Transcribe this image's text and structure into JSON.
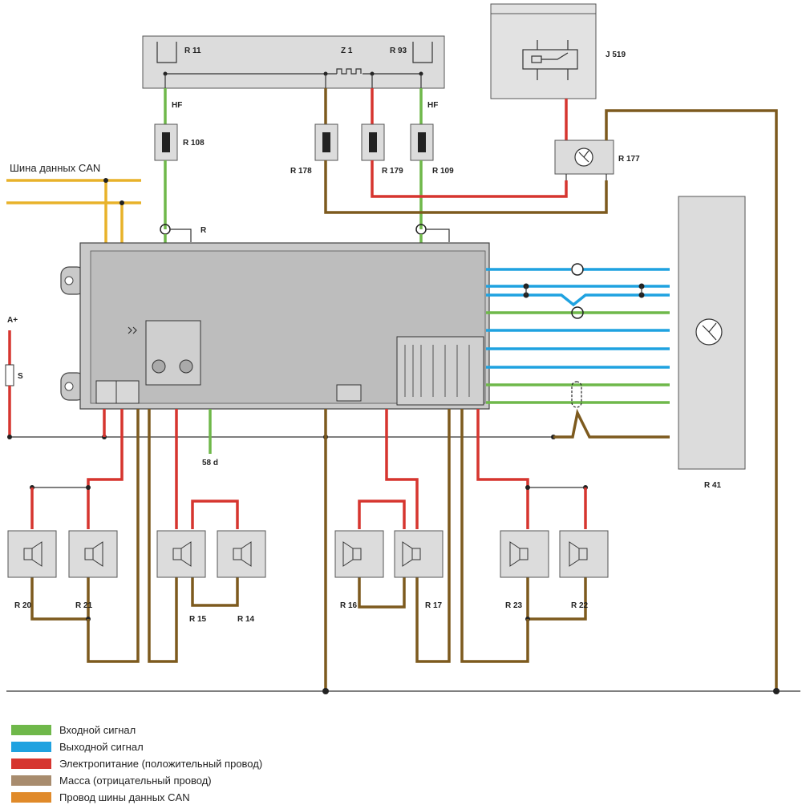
{
  "colors": {
    "input": "#6fb84a",
    "output": "#1fa2e0",
    "power": "#d6352f",
    "ground": "#7d5a1e",
    "can": "#e8b22a"
  },
  "labels": {
    "r11": "R 11",
    "z1": "Z 1",
    "r93": "R 93",
    "j519": "J 519",
    "hf_left": "HF",
    "hf_right": "HF",
    "r108": "R 108",
    "r178": "R 178",
    "r179": "R 179",
    "r109": "R 109",
    "r177": "R 177",
    "r": "R",
    "can_bus": "Шина данных CAN",
    "a_plus": "A+",
    "s": "S",
    "t58d": "58 d",
    "r41": "R 41",
    "r20": "R 20",
    "r21": "R 21",
    "r15": "R 15",
    "r14": "R 14",
    "r16": "R 16",
    "r17": "R 17",
    "r23": "R 23",
    "r22": "R 22"
  },
  "legend": [
    {
      "label": "Входной сигнал",
      "color": "#6fb84a"
    },
    {
      "label": "Выходной сигнал",
      "color": "#1fa2e0"
    },
    {
      "label": "Электропитание (положительный провод)",
      "color": "#d6352f"
    },
    {
      "label": "Масса (отрицательный провод)",
      "color": "#a88c6e"
    },
    {
      "label": "Провод шины данных CAN",
      "color": "#e08a2a"
    }
  ]
}
